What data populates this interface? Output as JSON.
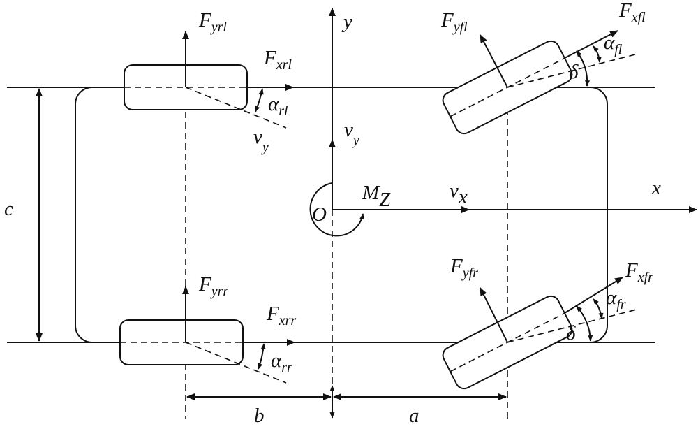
{
  "labels": {
    "F_yrl": {
      "main": "F",
      "sub": "yrl"
    },
    "F_xrl": {
      "main": "F",
      "sub": "xrl"
    },
    "alpha_rl": {
      "main": "α",
      "sub": "rl"
    },
    "v_y_wheel": {
      "main": "v",
      "sub": "y"
    },
    "F_yrr": {
      "main": "F",
      "sub": "yrr"
    },
    "F_xrr": {
      "main": "F",
      "sub": "xrr"
    },
    "alpha_rr": {
      "main": "α",
      "sub": "rr"
    },
    "y_axis": "y",
    "x_axis": "x",
    "v_y": {
      "main": "v",
      "sub": "y"
    },
    "v_x": {
      "main": "v",
      "sub": "x"
    },
    "M_Z": {
      "main": "M",
      "sub": "Z"
    },
    "origin": "O",
    "F_yfl": {
      "main": "F",
      "sub": "yfl"
    },
    "F_xfl": {
      "main": "F",
      "sub": "xfl"
    },
    "alpha_fl": {
      "main": "α",
      "sub": "fl"
    },
    "delta_fl": "δ",
    "F_yfr": {
      "main": "F",
      "sub": "yfr"
    },
    "F_xfr": {
      "main": "F",
      "sub": "xfr"
    },
    "alpha_fr": {
      "main": "α",
      "sub": "fr"
    },
    "delta_fr": "δ",
    "dim_a": "a",
    "dim_b": "b",
    "dim_c": "c"
  }
}
